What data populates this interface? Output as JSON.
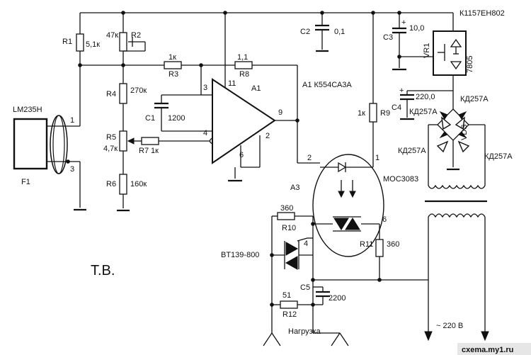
{
  "title": "Т.В.",
  "footer": "cxema.my1.ru",
  "colors": {
    "ink": "#111111",
    "background": "#ffffff",
    "footer_bg": "#e6e6e6"
  },
  "components": {
    "lm235": {
      "name": "LM235H",
      "ref": "F1",
      "pin1": "1",
      "pin3": "3"
    },
    "r1": {
      "ref": "R1",
      "value": "5,1к"
    },
    "r2": {
      "ref": "R2",
      "value": "47к"
    },
    "r3": {
      "ref": "R3",
      "value": "1к"
    },
    "r4": {
      "ref": "R4",
      "value": "270к"
    },
    "r5": {
      "ref": "R5",
      "value": "4,7к"
    },
    "r6": {
      "ref": "R6",
      "value": "160к"
    },
    "r7": {
      "ref": "R7",
      "value": "1к"
    },
    "r8": {
      "ref": "R8",
      "value": "1,1"
    },
    "r9": {
      "ref": "R9",
      "value": "1к"
    },
    "r10": {
      "ref": "R10",
      "value": "360"
    },
    "r11": {
      "ref": "R11",
      "value": "360"
    },
    "r12": {
      "ref": "R12",
      "value": "51"
    },
    "c1": {
      "ref": "C1",
      "value": "1200"
    },
    "c2": {
      "ref": "C2",
      "value": "0,1"
    },
    "c3": {
      "ref": "C3",
      "value": "10,0"
    },
    "c4": {
      "ref": "C4",
      "value": "220,0"
    },
    "c5": {
      "ref": "C5",
      "value": "2200"
    },
    "a1": {
      "ref": "A1",
      "desc": "A1 К554СА3А",
      "pin3": "3",
      "pin4": "4",
      "pin11": "11",
      "pin9": "9",
      "pin2": "2",
      "pin6": "6"
    },
    "a3": {
      "ref": "A3",
      "name": "MOC3083",
      "pin2": "2",
      "pin1": "1",
      "pin6": "6",
      "pin4": "4"
    },
    "vr1": {
      "ref": "VR1",
      "name": "К1157ЕН802",
      "code": "7805"
    },
    "bridge": {
      "ref": "VDS",
      "d1": "КД257А",
      "d2": "КД257А",
      "d3": "КД257А",
      "d4": "КД257А"
    },
    "triac": {
      "name": "BT139-800"
    },
    "load": {
      "label": "Нагрузка"
    },
    "mains": {
      "label": "~ 220 В"
    }
  }
}
